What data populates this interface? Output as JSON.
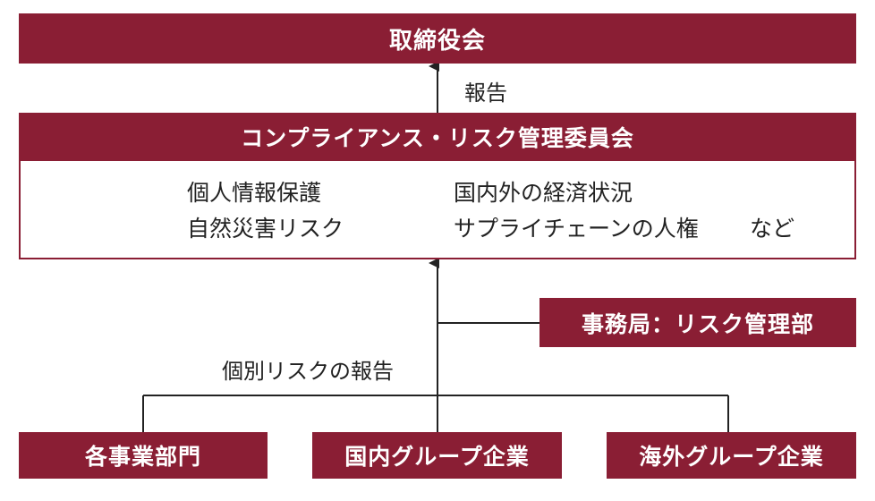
{
  "board": "取締役会",
  "report_label": "報告",
  "committee": {
    "title": "コンプライアンス・リスク管理委員会",
    "risks": [
      "個人情報保護",
      "国内外の経済状況",
      "自然災害リスク",
      "サプライチェーンの人権"
    ],
    "etc": "など"
  },
  "secretariat": "事務局：リスク管理部",
  "individual_report_label": "個別リスクの報告",
  "units": [
    "各事業部門",
    "国内グループ企業",
    "海外グループ企業"
  ],
  "colors": {
    "box": "#8a1e34",
    "line": "#222222"
  }
}
